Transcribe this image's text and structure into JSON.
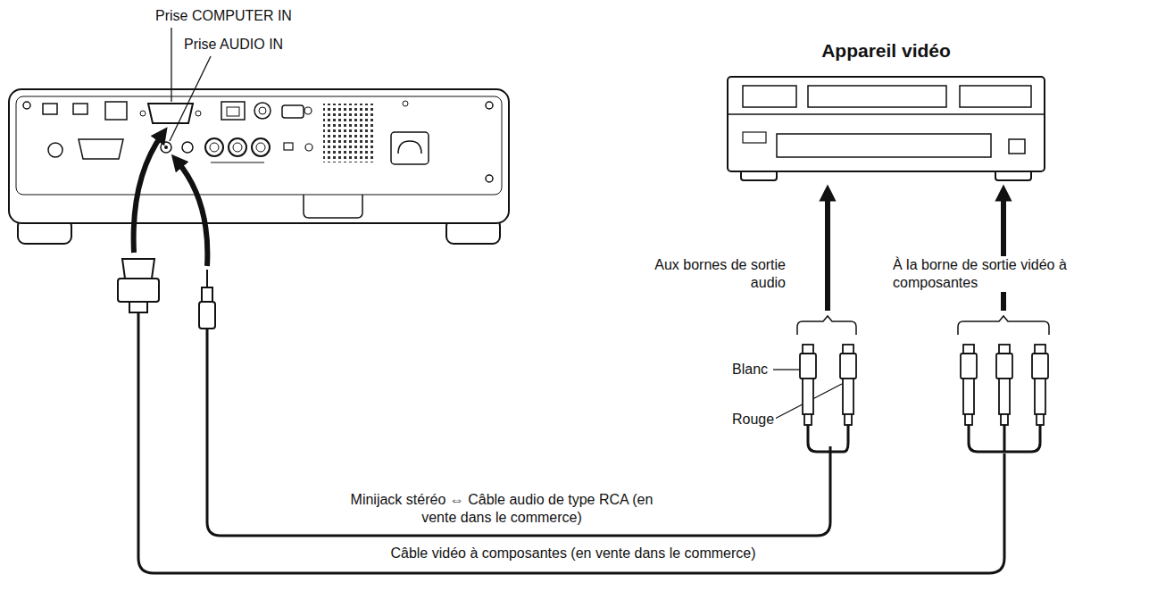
{
  "diagram": {
    "nodes": [
      {
        "text": [
          "Appareil vidéo"
        ]
      }
    ],
    "labels": [
      "Prise COMPUTER IN",
      "Prise AUDIO IN",
      "Aux bornes de sortie audio",
      "À la borne de sortie vidéo à composantes",
      "Blanc",
      "Rouge",
      "Minijack stéréo ⇔ Câble audio de type RCA (en vente dans le commerce)",
      "Câble vidéo à composantes (en vente dans le commerce)"
    ]
  }
}
